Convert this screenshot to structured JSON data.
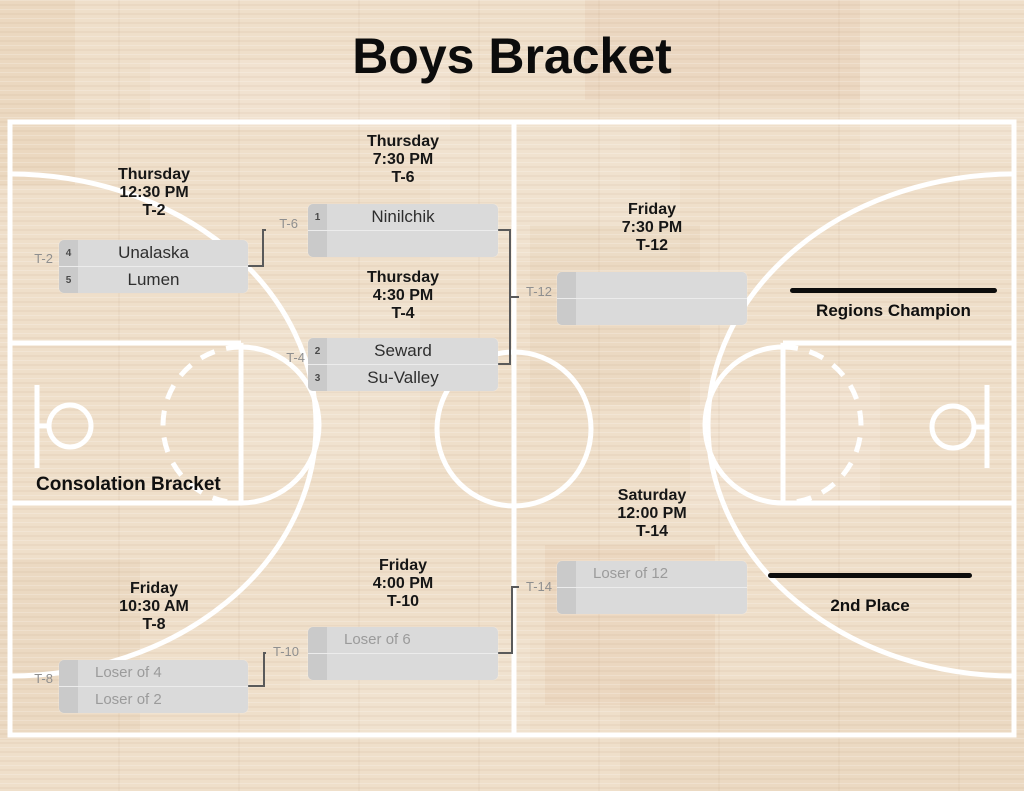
{
  "title": "Boys Bracket",
  "sections": {
    "consolation": "Consolation Bracket"
  },
  "placements": {
    "champion": "Regions Champion",
    "second": "2nd Place"
  },
  "games": {
    "t2": {
      "day": "Thursday",
      "time": "12:30 PM",
      "code": "T-2",
      "slots": [
        {
          "seed": "4",
          "name": "Unalaska"
        },
        {
          "seed": "5",
          "name": "Lumen"
        }
      ]
    },
    "t6": {
      "day": "Thursday",
      "time": "7:30 PM",
      "code": "T-6",
      "slots": [
        {
          "seed": "1",
          "name": "Ninilchik"
        },
        {
          "seed": "",
          "name": ""
        }
      ]
    },
    "t4": {
      "day": "Thursday",
      "time": "4:30 PM",
      "code": "T-4",
      "slots": [
        {
          "seed": "2",
          "name": "Seward"
        },
        {
          "seed": "3",
          "name": "Su-Valley"
        }
      ]
    },
    "t12": {
      "day": "Friday",
      "time": "7:30 PM",
      "code": "T-12",
      "slots": [
        {
          "seed": "",
          "name": ""
        },
        {
          "seed": "",
          "name": ""
        }
      ]
    },
    "t8": {
      "day": "Friday",
      "time": "10:30 AM",
      "code": "T-8",
      "slots": [
        {
          "seed": "",
          "name": "Loser of 4",
          "pending": true
        },
        {
          "seed": "",
          "name": "Loser of 2",
          "pending": true
        }
      ]
    },
    "t10": {
      "day": "Friday",
      "time": "4:00 PM",
      "code": "T-10",
      "slots": [
        {
          "seed": "",
          "name": "Loser of 6",
          "pending": true
        },
        {
          "seed": "",
          "name": ""
        }
      ]
    },
    "t14": {
      "day": "Saturday",
      "time": "12:00 PM",
      "code": "T-14",
      "slots": [
        {
          "seed": "",
          "name": "Loser of 12",
          "pending": true
        },
        {
          "seed": "",
          "name": ""
        }
      ]
    }
  },
  "colors": {
    "floor": "#efdfca",
    "court_line": "#ffffff",
    "slot_bg": "#dadada",
    "seed_bg": "#cacaca",
    "divider": "#ececec",
    "header_text": "#161616",
    "team_text": "#2e2e2e",
    "pending_text": "#9b9b9b",
    "tag_text": "#8f8f8f",
    "connector": "#5a5a5a",
    "black_line": "#0d0d0d"
  }
}
